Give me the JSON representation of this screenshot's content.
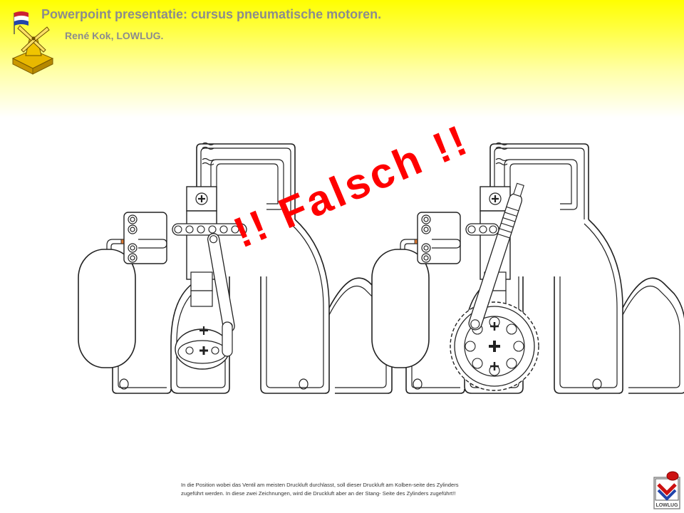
{
  "header": {
    "title": "Powerpoint presentatie: cursus pneumatische motoren.",
    "subtitle": "René Kok, LOWLUG."
  },
  "logos": {
    "top": {
      "icon": "dutch-flag-windmill-icon",
      "colors": [
        "#cc2233",
        "#ffffff",
        "#2244aa",
        "#e8b800"
      ]
    },
    "bottom": {
      "icon": "lowlug-brick-logo-icon",
      "text": "LOWLUG",
      "colors": [
        "#cc1111",
        "#2244aa",
        "#999999"
      ]
    }
  },
  "diagram": {
    "overlay_text": "!! Falsch !!",
    "overlay_color": "#ff0000",
    "left_figure": "pneumatic-engine-crank-diagram",
    "right_figure": "pneumatic-engine-gear-diagram"
  },
  "footer": {
    "note": "In die Position wobei das Ventil am meisten Druckluft durchlasst, soll dieser Druckluft am Kolben-seite des Zylinders\nzugeführt werden. In diese zwei Zeichnungen, wird die Druckluft aber an der Stang- Seite  des Zylinders zugeführt!!"
  }
}
